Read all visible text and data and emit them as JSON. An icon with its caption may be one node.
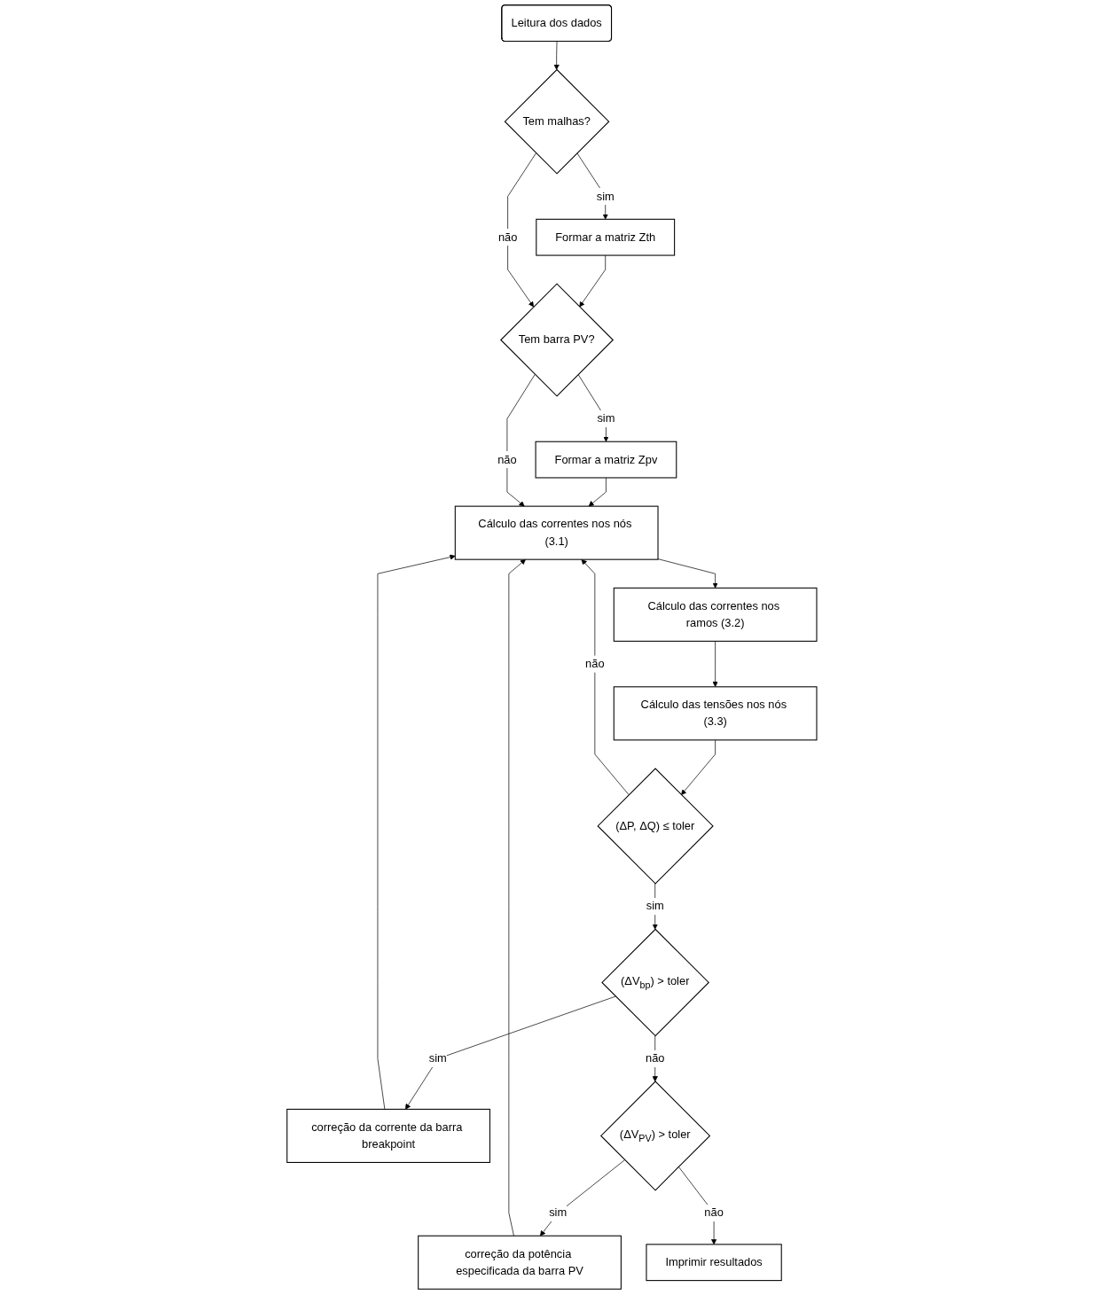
{
  "diagram": {
    "nodes": [
      {
        "text": [
          "Leitura dos dados"
        ]
      },
      {
        "text": [
          "Tem malhas?"
        ]
      },
      {
        "text": [
          "Formar a matriz Zth"
        ]
      },
      {
        "text": [
          "Tem barra PV?"
        ]
      },
      {
        "text": [
          "Formar a matriz Zpv"
        ]
      },
      {
        "text": [
          "Cálculo das correntes nos nós (3.1)"
        ]
      },
      {
        "text": [
          "Cálculo das correntes nos ramos (3.2)"
        ]
      },
      {
        "text": [
          "Cálculo das tensões nos nós (3.3)"
        ]
      },
      {
        "text": [
          "(ΔP, ΔQ) ≤ toler"
        ]
      },
      {
        "text": [
          "(ΔV$_{bp}$) > toler"
        ]
      },
      {
        "text": [
          "correção da corrente da barra breakpoint"
        ]
      },
      {
        "text": [
          "(ΔV$_{PV}$) > toler"
        ]
      },
      {
        "text": [
          "correção da potência especificada da barra PV"
        ]
      },
      {
        "text": [
          "Imprimir resultados"
        ]
      }
    ],
    "edges": [
      {
        "from": 0,
        "to": 1,
        "arrow": "to"
      },
      {
        "from": 1,
        "to": 2,
        "label": "sim",
        "arrow": "to"
      },
      {
        "from": 2,
        "to": 3,
        "arrow": "to"
      },
      {
        "from": 1,
        "to": 3,
        "label": "não",
        "arrow": "to"
      },
      {
        "from": 3,
        "to": 4,
        "label": "sim",
        "arrow": "to"
      },
      {
        "from": 4,
        "to": 5,
        "arrow": "to"
      },
      {
        "from": 3,
        "to": 5,
        "label": "não",
        "arrow": "to"
      },
      {
        "from": 5,
        "to": 6,
        "arrow": "to"
      },
      {
        "from": 6,
        "to": 7,
        "arrow": "to"
      },
      {
        "from": 7,
        "to": 8,
        "arrow": "to"
      },
      {
        "from": 8,
        "to": 5,
        "label": "não",
        "arrow": "to"
      },
      {
        "from": 8,
        "to": 9,
        "label": "sim",
        "arrow": "to"
      },
      {
        "from": 9,
        "to": 10,
        "label": "sim",
        "arrow": "to"
      },
      {
        "from": 9,
        "to": 11,
        "label": "não",
        "arrow": "to"
      },
      {
        "from": 10,
        "to": 5,
        "arrow": "to"
      },
      {
        "from": 11,
        "to": 12,
        "label": "sim",
        "arrow": "to"
      },
      {
        "from": 12,
        "to": 5,
        "arrow": "to"
      },
      {
        "from": 11,
        "to": 13,
        "label": "não",
        "arrow": "to"
      }
    ]
  }
}
